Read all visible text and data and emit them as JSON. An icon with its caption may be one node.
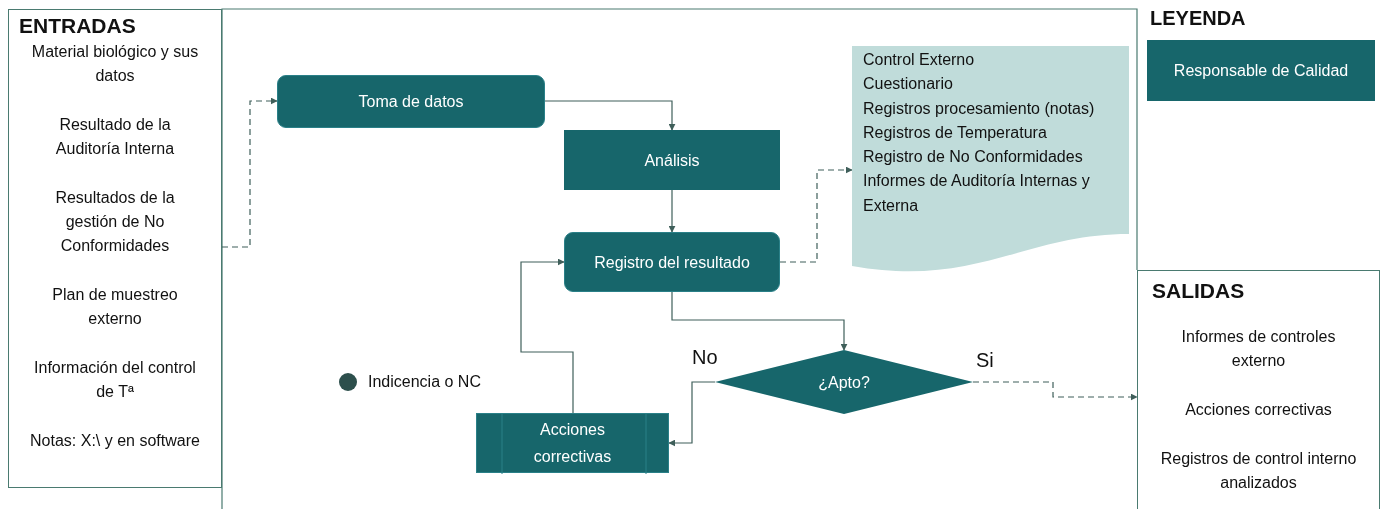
{
  "diagram": {
    "nodes": [
      {
        "text": [
          "ENTRADAS",
          "Material biológico y sus datos",
          "Resultado de la Auditoría Interna",
          "Resultados de la gestión de No Conformidades",
          "Plan de muestreo externo",
          "Información del control de Tª",
          "Notas: X:\\ y en software"
        ]
      },
      {
        "text": [
          "Toma de datos"
        ]
      },
      {
        "text": [
          "Análisis"
        ]
      },
      {
        "text": [
          "Registro del resultado"
        ]
      },
      {
        "text": [
          "¿Apto?"
        ]
      },
      {
        "text": [
          "Acciones correctivas"
        ]
      },
      {
        "text": [
          "Control Externo",
          "Cuestionario",
          "Registros procesamiento (notas)",
          "Registros de Temperatura",
          "Registro de No Conformidades",
          "Informes de Auditoría Internas y Externa"
        ]
      },
      {
        "text": [
          "SALIDAS",
          "Informes de controles externo",
          "Acciones correctivas",
          "Registros de control interno analizados"
        ]
      }
    ],
    "edges": [
      {
        "from": 0,
        "to": 1,
        "arrow": "to",
        "style": "dashed"
      },
      {
        "from": 1,
        "to": 2,
        "arrow": "to"
      },
      {
        "from": 2,
        "to": 3,
        "arrow": "to"
      },
      {
        "from": 3,
        "to": 6,
        "arrow": "to",
        "style": "dashed"
      },
      {
        "from": 3,
        "to": 4,
        "arrow": "to"
      },
      {
        "from": 4,
        "to": 5,
        "arrow": "to",
        "label": "No"
      },
      {
        "from": 5,
        "to": 3,
        "arrow": "to"
      },
      {
        "from": 4,
        "to": 7,
        "arrow": "to",
        "style": "dashed",
        "label": "Si"
      }
    ],
    "labels": [
      "LEYENDA"
    ],
    "legend": [
      {
        "text": "Responsable de Calidad",
        "color": "#17666b"
      },
      {
        "text": "Indicencia o NC",
        "color": "#2d4f4c"
      }
    ]
  }
}
